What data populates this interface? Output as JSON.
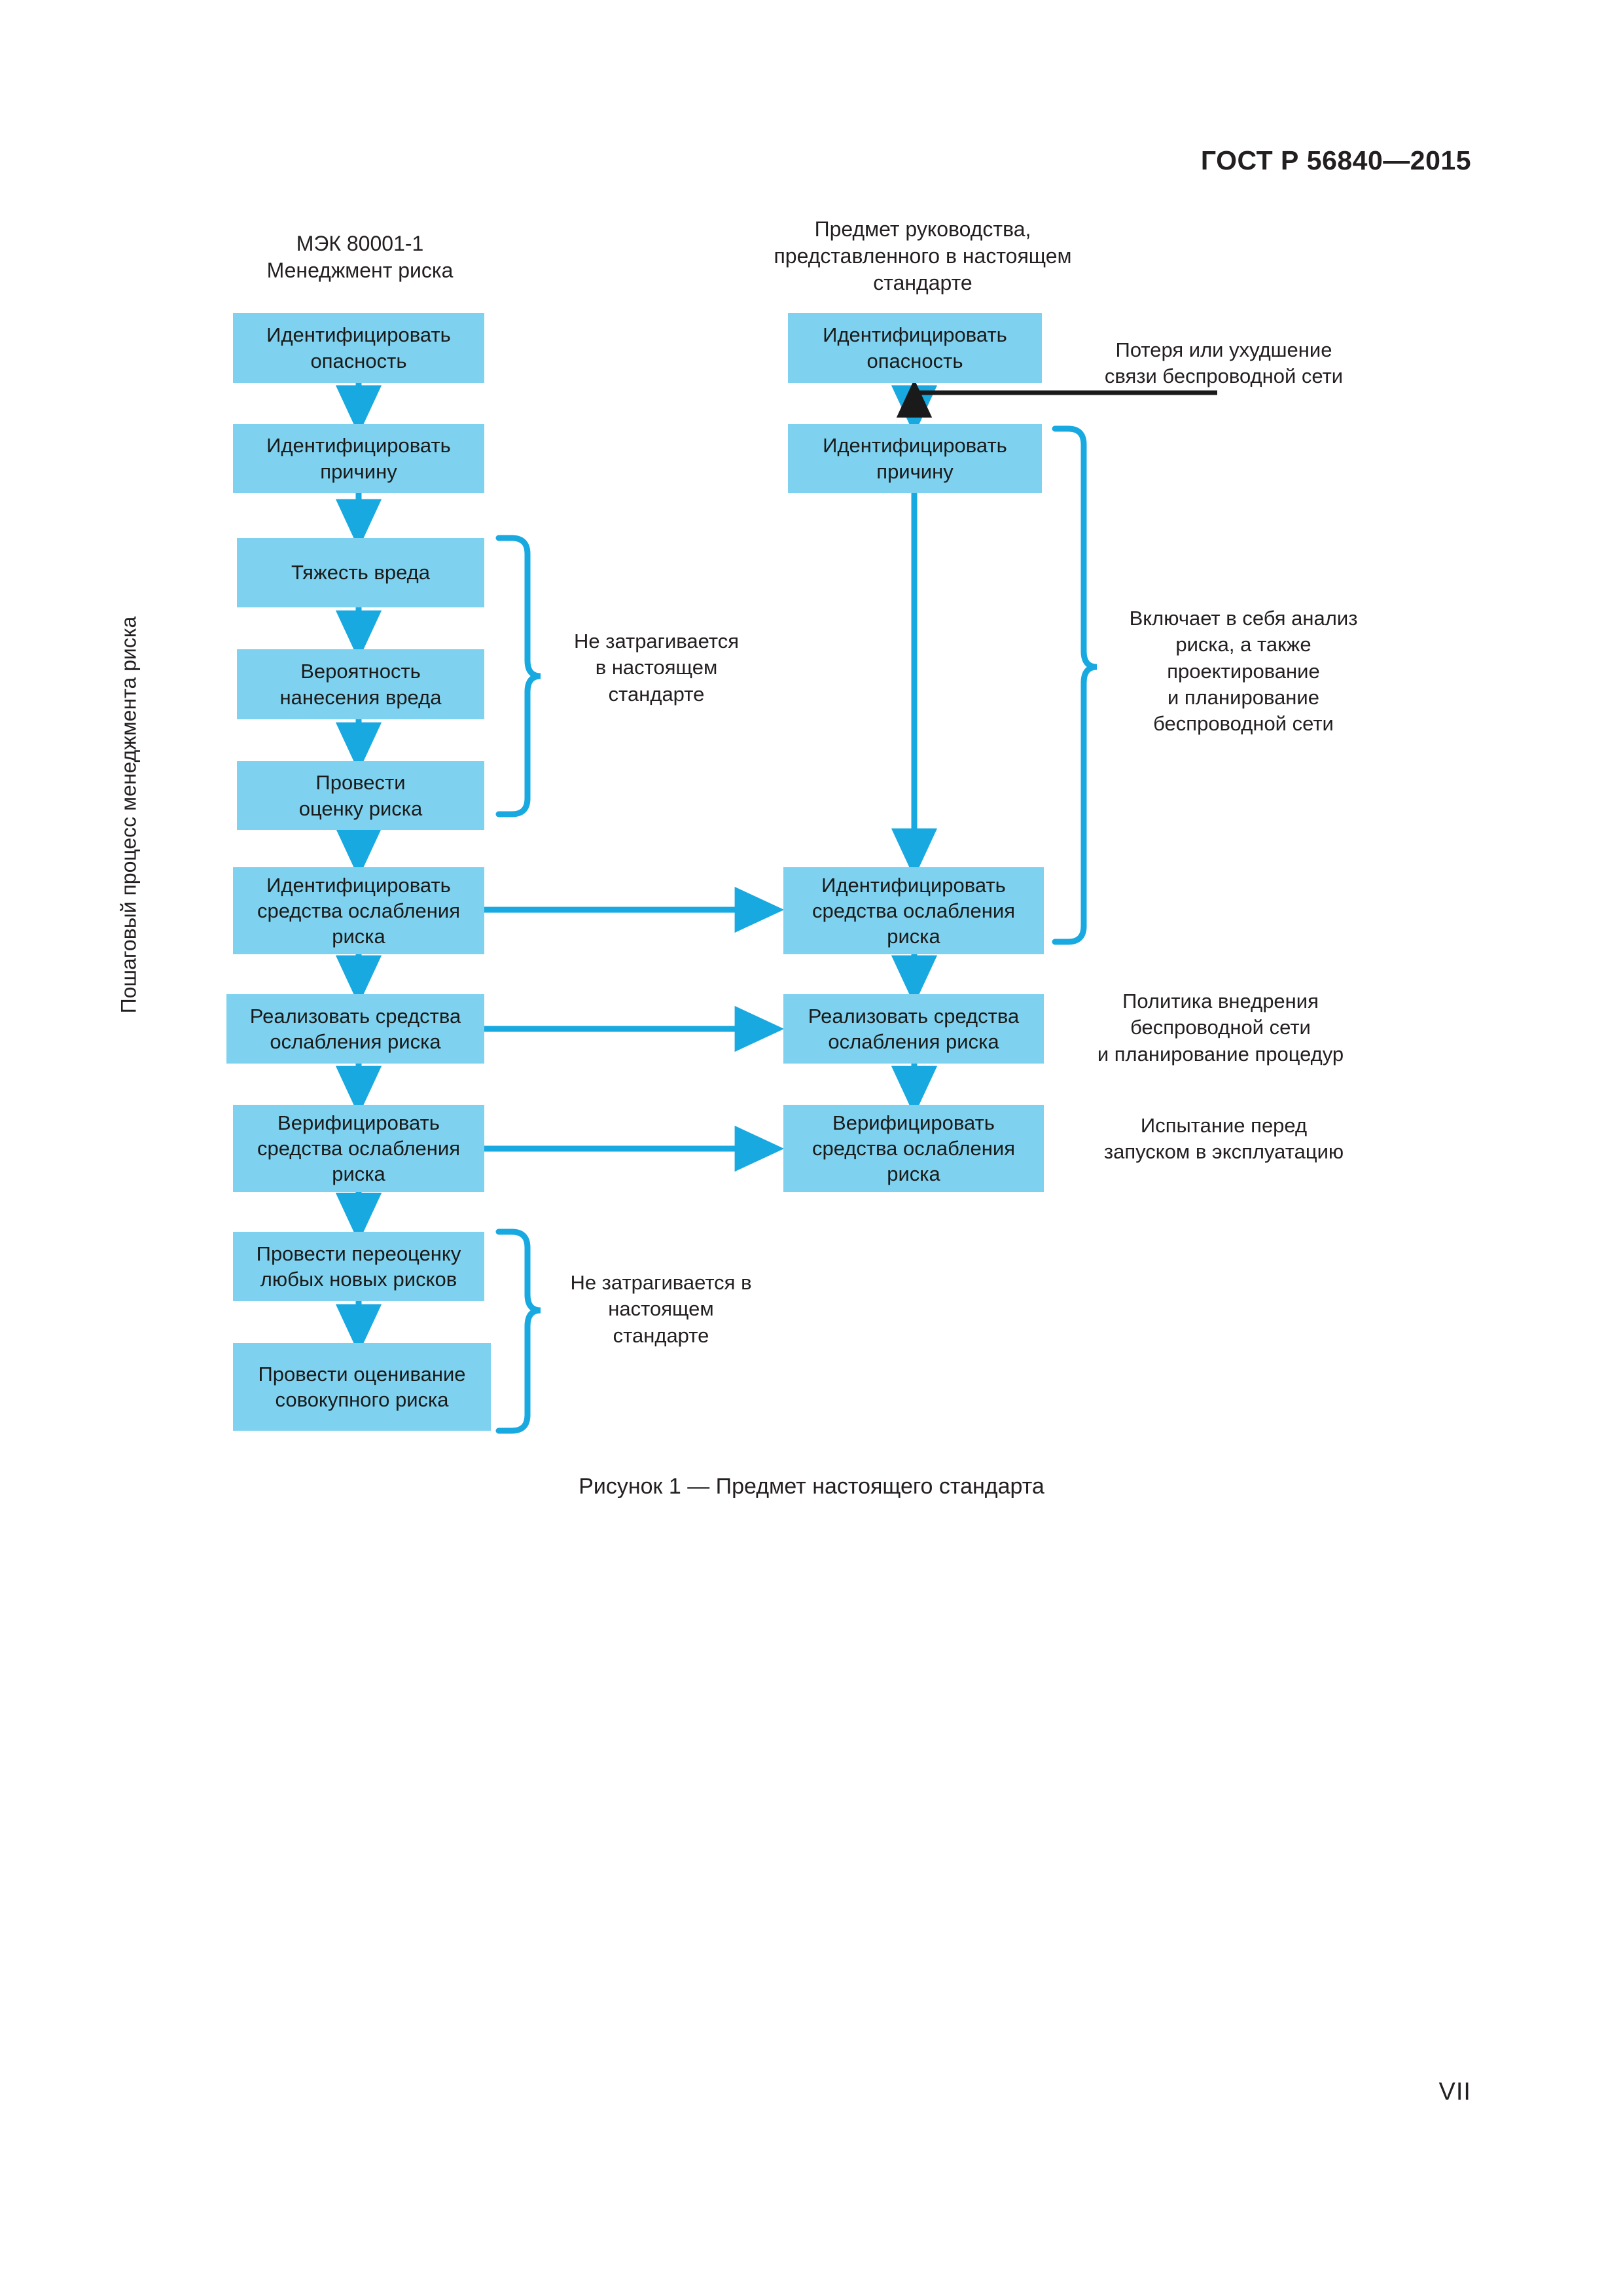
{
  "document": {
    "header": "ГОСТ Р 56840—2015",
    "page_number": "VII",
    "figure_caption": "Рисунок 1 — Предмет настоящего стандарта"
  },
  "axis_label": "Пошаговый процесс менеджмента риска",
  "columns": {
    "left_caption": "МЭК 80001-1\nМенеджмент риска",
    "right_caption": "Предмет руководства,\nпредставленного в настоящем\nстандарте"
  },
  "chart_data": {
    "type": "diagram",
    "title": "Рисунок 1 — Предмет настоящего стандарта",
    "left_column_title": "МЭК 80001-1 Менеджмент риска",
    "right_column_title": "Предмет руководства, представленного в настоящем стандарте",
    "left_nodes": [
      "Идентифицировать\nопасность",
      "Идентифицировать\nпричину",
      "Тяжесть вреда",
      "Вероятность\nнанесения вреда",
      "Провести\nоценку риска",
      "Идентифицировать\nсредства ослабления\nриска",
      "Реализовать средства\nослабления риска",
      "Верифицировать\nсредства ослабления\nриска",
      "Провести переоценку\nлюбых новых рисков",
      "Провести оценивание\nсовокупного риска"
    ],
    "right_nodes": [
      "Идентифицировать\nопасность",
      "Идентифицировать\nпричину",
      "Идентифицировать\nсредства ослабления\nриска",
      "Реализовать средства\nослабления риска",
      "Верифицировать\nсредства ослабления\nриска"
    ],
    "annotations": [
      "Потеря или ухудшение\nсвязи беспроводной сети",
      "Не затрагивается\nв настоящем\nстандарте",
      "Включает в себя анализ\nриска, а также\nпроектирование\nи планирование\nбеспроводной сети",
      "Политика внедрения\nбеспроводной сети\nи планирование процедур",
      "Испытание перед\nзапуском в эксплуатацию",
      "Не затрагивается в\nнастоящем\nстандарте"
    ],
    "cross_links": [
      "Идентифицировать средства ослабления риска → Идентифицировать средства ослабления риска",
      "Реализовать средства ослабления риска → Реализовать средства ослабления риска",
      "Верифицировать средства ослабления риска → Верифицировать средства ослабления риска"
    ],
    "colors": {
      "node_fill": "#7ed2ef",
      "arrow": "#17a9e0",
      "brace": "#17a9e0",
      "black_arrow": "#1a1a1a",
      "text": "#1a1a1a"
    }
  },
  "nodes": {
    "left": [
      {
        "id": "l1",
        "text": "Идентифицировать\nопасность"
      },
      {
        "id": "l2",
        "text": "Идентифицировать\nпричину"
      },
      {
        "id": "l3",
        "text": "Тяжесть вреда"
      },
      {
        "id": "l4",
        "text": "Вероятность\nнанесения вреда"
      },
      {
        "id": "l5",
        "text": "Провести\nоценку риска"
      },
      {
        "id": "l6",
        "text": "Идентифицировать\nсредства ослабления\nриска"
      },
      {
        "id": "l7",
        "text": "Реализовать средства\nослабления риска"
      },
      {
        "id": "l8",
        "text": "Верифицировать\nсредства ослабления\nриска"
      },
      {
        "id": "l9",
        "text": "Провести переоценку\nлюбых новых рисков"
      },
      {
        "id": "l10",
        "text": "Провести оценивание\nсовокупного риска"
      }
    ],
    "right": [
      {
        "id": "r1",
        "text": "Идентифицировать\nопасность"
      },
      {
        "id": "r2",
        "text": "Идентифицировать\nпричину"
      },
      {
        "id": "r3",
        "text": "Идентифицировать\nсредства ослабления\nриска"
      },
      {
        "id": "r4",
        "text": "Реализовать средства\nослабления риска"
      },
      {
        "id": "r5",
        "text": "Верифицировать\nсредства ослабления\nриска"
      }
    ]
  },
  "annotations": {
    "wireless_loss": "Потеря или ухудшение\nсвязи беспроводной сети",
    "not_covered_upper": "Не затрагивается\nв настоящем\nстандарте",
    "includes_analysis": "Включает в себя анализ\nриска, а также\nпроектирование\nи планирование\nбеспроводной сети",
    "deployment_policy": "Политика внедрения\nбеспроводной сети\nи планирование процедур",
    "pre_launch_test": "Испытание перед\nзапуском в эксплуатацию",
    "not_covered_lower": "Не затрагивается в\nнастоящем\nстандарте"
  }
}
